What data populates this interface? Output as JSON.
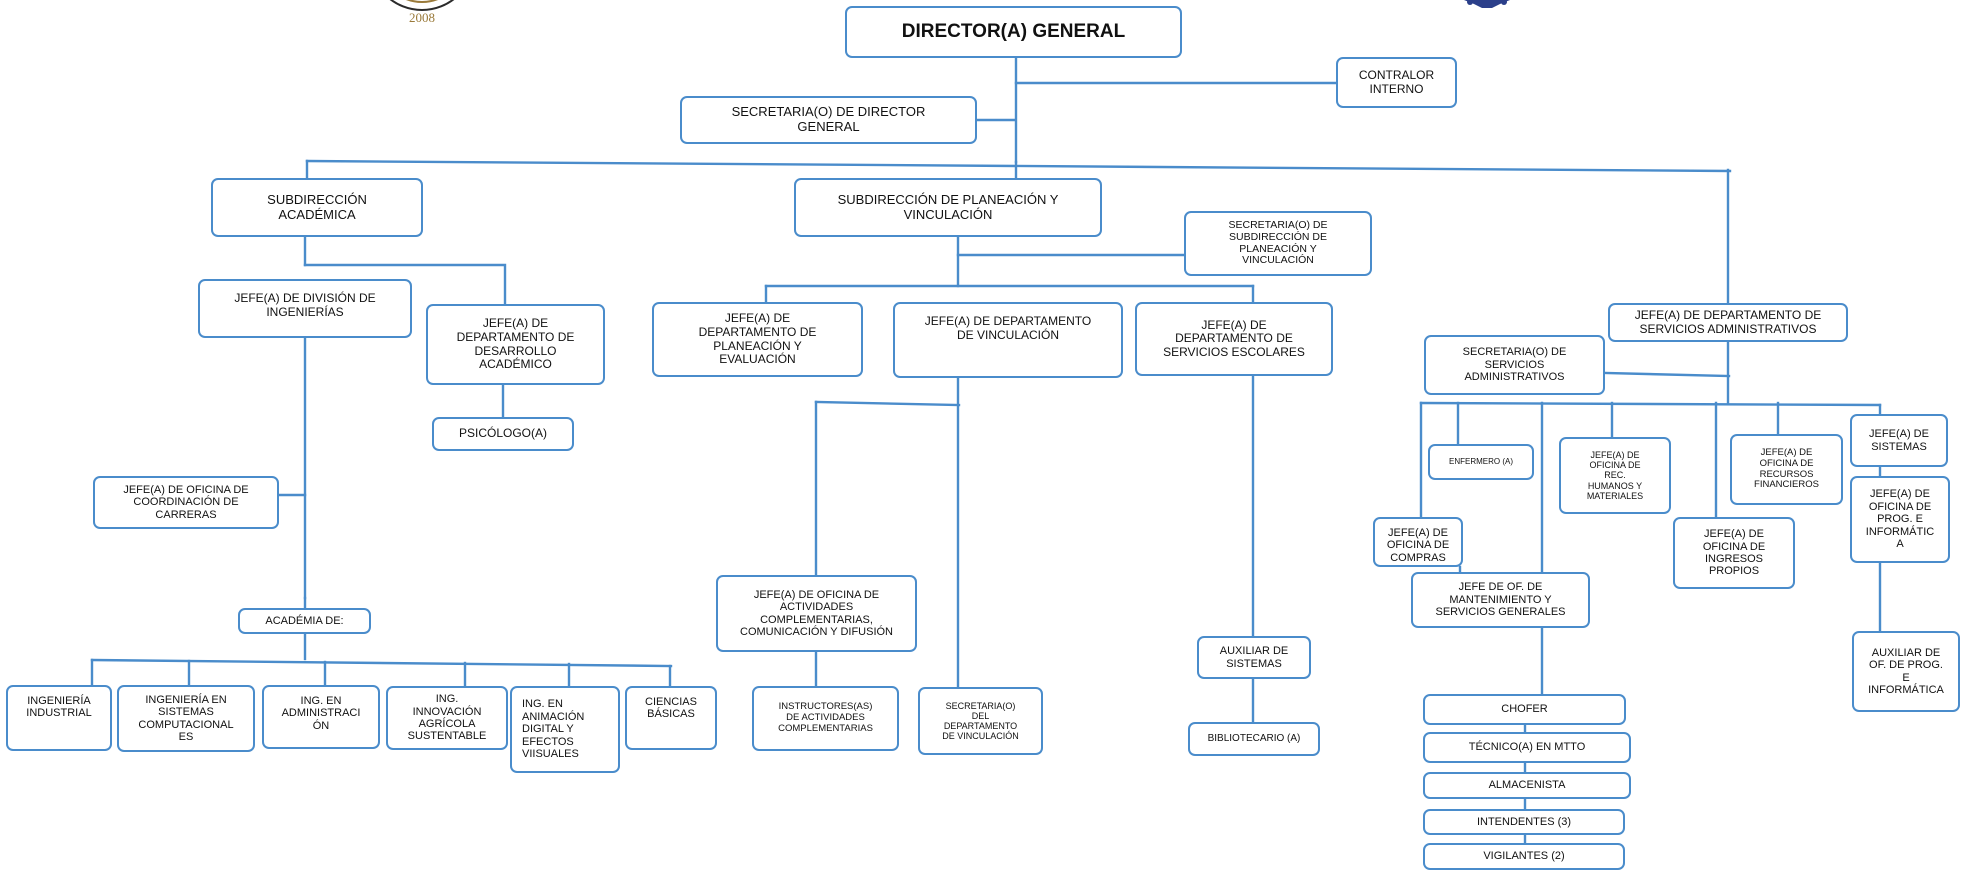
{
  "colors": {
    "connector": "#4a8ccb",
    "box_border": "#4a8ccb",
    "text": "#111111",
    "logo_gold": "#9a7a3a",
    "logo_navy": "#2b3f8a"
  },
  "logos": {
    "left_year": "2008"
  },
  "nodes": {
    "director_general": "DIRECTOR(A) GENERAL",
    "contralor_interno": "CONTRALOR\nINTERNO",
    "secretaria_director": "SECRETARIA(O) DE DIRECTOR\nGENERAL",
    "subdireccion_academica": "SUBDIRECCIÓN\nACADÉMICA",
    "subdireccion_planeacion": "SUBDIRECCIÓN DE PLANEACIÓN Y\nVINCULACIÓN",
    "secretaria_subdireccion_planeacion": "SECRETARIA(O)  DE\nSUBDIRECCIÓN DE\nPLANEACIÓN Y\nVINCULACIÓN",
    "jefe_division_ingenierias": "JEFE(A) DE DIVISIÓN DE\nINGENIERÍAS",
    "jefe_desarrollo_academico": "JEFE(A) DE\nDEPARTAMENTO DE\nDESARROLLO\nACADÉMICO",
    "psicologo": "PSICÓLOGO(A)",
    "jefe_coordinacion_carreras": "JEFE(A) DE OFICINA DE\nCOORDINACIÓN  DE\nCARRERAS",
    "academia_de": "ACADÉMIA DE:",
    "ing_industrial": "INGENIERÍA\nINDUSTRIAL",
    "ing_sistemas": "INGENIERÍA EN\nSISTEMAS\nCOMPUTACIONAL\nES",
    "ing_administracion": "ING. EN\nADMINISTRACI\nÓN",
    "ing_innovacion": "ING.\nINNOVACIÓN\nAGRÍCOLA\nSUSTENTABLE",
    "ing_animacion": "ING.          EN\nANIMACIÓN\nDIGITAL       Y\nEFECTOS\nVIISUALES",
    "ciencias_basicas": "CIENCIAS\nBÁSICAS",
    "jefe_planeacion_evaluacion": "JEFE(A) DE\nDEPARTAMENTO DE\nPLANEACIÓN Y\nEVALUACIÓN",
    "jefe_vinculacion": "JEFE(A) DE DEPARTAMENTO\nDE VINCULACIÓN",
    "jefe_servicios_escolares": "JEFE(A) DE\nDEPARTAMENTO DE\nSERVICIOS ESCOLARES",
    "jefe_actividades_complementarias": "JEFE(A) DE OFICINA DE\nACTIVIDADES\nCOMPLEMENTARIAS,\nCOMUNICACIÓN Y DIFUSIÓN",
    "instructores": "INSTRUCTORES(AS)\nDE ACTIVIDADES\nCOMPLEMENTARIAS",
    "secretaria_vinculacion": "SECRETARIA(O)\nDEL\nDEPARTAMENTO\nDE VINCULACIÓN",
    "auxiliar_sistemas_escolares": "AUXILIAR  DE\nSISTEMAS",
    "bibliotecario": "BIBLIOTECARIO (A)",
    "jefe_servicios_administrativos": "JEFE(A) DE DEPARTAMENTO DE\nSERVICIOS ADMINISTRATIVOS",
    "secretaria_servicios_administrativos": "SECRETARIA(O) DE\nSERVICIOS\nADMINISTRATIVOS",
    "enfermero": "ENFERMERO (A)",
    "jefe_rec_humanos": "JEFE(A) DE\nOFICINA DE\nREC.\nHUMANOS Y\nMATERIALES",
    "jefe_recursos_financieros": "JEFE(A)  DE\nOFICINA DE\nRECURSOS\nFINANCIEROS",
    "jefe_sistemas": "JEFE(A) DE\nSISTEMAS",
    "jefe_compras": "JEFE(A) DE\nOFICINA DE\nCOMPRAS",
    "jefe_ingresos_propios": "JEFE(A) DE\nOFICINA DE\nINGRESOS\nPROPIOS",
    "jefe_prog_informatica": "JEFE(A) DE\nOFICINA DE\nPROG. E\nINFORMÁTIC\nA",
    "jefe_mantenimiento": "JEFE DE OF. DE\nMANTENIMIENTO Y\nSERVICIOS GENERALES",
    "auxiliar_prog_informatica": "AUXILIAR  DE\nOF. DE PROG.\nE\nINFORMÁTICA",
    "chofer": "CHOFER",
    "tecnico_mtto": "TÉCNICO(A)  EN   MTTO",
    "almacenista": "ALMACENISTA",
    "intendentes": "INTENDENTES (3)",
    "vigilantes": "VIGILANTES (2)"
  }
}
